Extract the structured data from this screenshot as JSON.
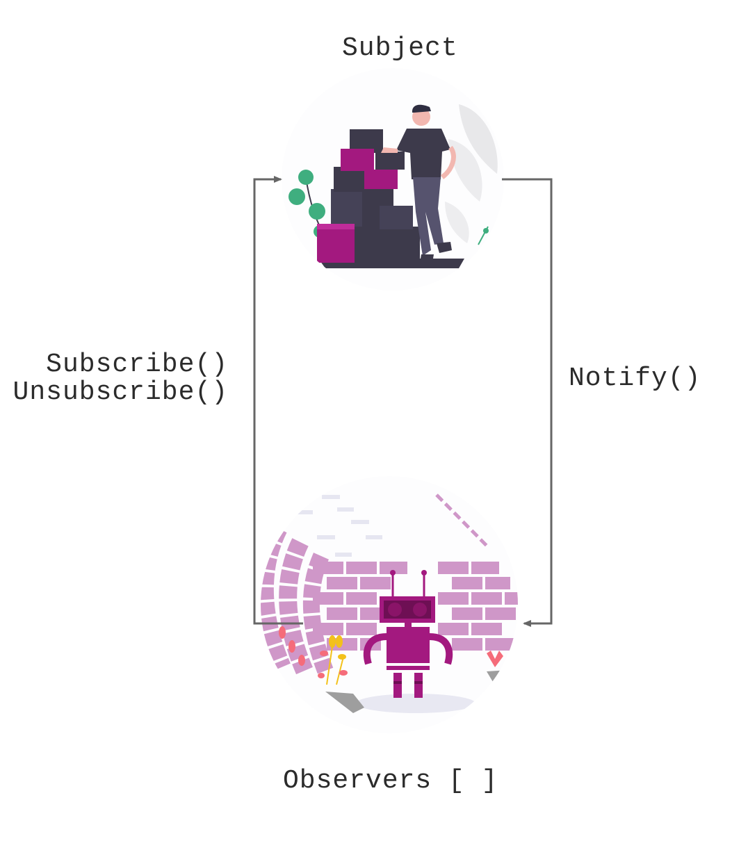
{
  "subject": {
    "title": "Subject"
  },
  "observers": {
    "title": "Observers [ ]"
  },
  "edges": {
    "subscribe_label": "Subscribe()",
    "unsubscribe_label": "Unsubscribe()",
    "notify_label": "Notify()"
  },
  "colors": {
    "arrow": "#666666",
    "text": "#2b2b2b",
    "magenta": "#a3197f",
    "dark_box": "#3d3a4b",
    "brick": "#cf97c8",
    "leaf": "#3fae7f"
  }
}
